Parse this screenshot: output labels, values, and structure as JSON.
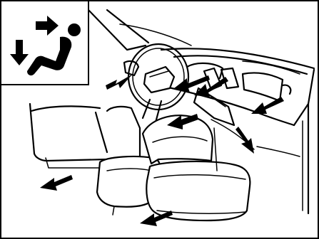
{
  "figure": {
    "background_color": "#ffffff",
    "line_color": "#000000"
  },
  "mode_icon": {
    "name": "air-flow-face-and-feet-icon",
    "arrows": [
      "right-arrow-to-face",
      "down-arrow-to-feet"
    ]
  },
  "air_outlets": [
    {
      "name": "left-side-vent-airflow-arrow",
      "direction": "left"
    },
    {
      "name": "center-left-vent-airflow-arrow",
      "direction": "down-left"
    },
    {
      "name": "center-right-vent-airflow-arrow",
      "direction": "down-left"
    },
    {
      "name": "passenger-side-vent-airflow-arrow",
      "direction": "down-left"
    },
    {
      "name": "console-airflow-arrow",
      "direction": "left"
    },
    {
      "name": "passenger-floor-airflow-arrow",
      "direction": "down-right"
    },
    {
      "name": "driver-rear-floor-airflow-arrow",
      "direction": "down-left"
    },
    {
      "name": "passenger-rear-floor-airflow-arrow",
      "direction": "down-left"
    }
  ]
}
